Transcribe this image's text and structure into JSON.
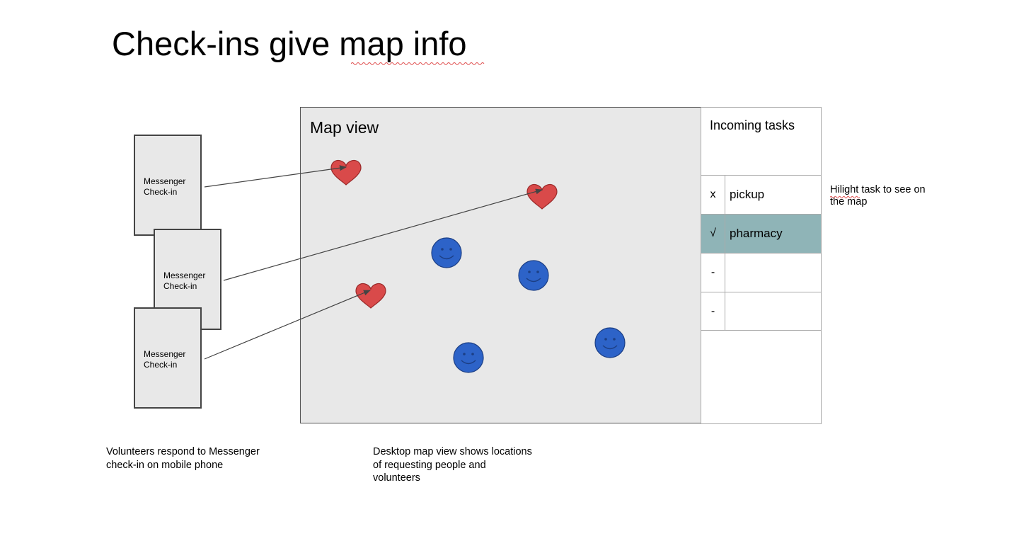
{
  "slide": {
    "title": "Check-ins give map info"
  },
  "phones": [
    {
      "label": "Messenger Check-in"
    },
    {
      "label": "Messenger Check-in"
    },
    {
      "label": "Messenger Check-in"
    }
  ],
  "map": {
    "title": "Map view",
    "background": "#e8e8e8",
    "heart_color": "#d94a4a",
    "smiley_color": "#2d63c8"
  },
  "tasks": {
    "title": "Incoming tasks",
    "rows": [
      {
        "mark": "x",
        "name": "pickup"
      },
      {
        "mark": "√",
        "name": "pharmacy"
      },
      {
        "mark": "-",
        "name": ""
      },
      {
        "mark": "-",
        "name": ""
      }
    ],
    "highlight_color": "#8fb4b7"
  },
  "notes": {
    "hilight": "Hilight task to see on the map"
  },
  "captions": {
    "phones": "Volunteers respond to Messenger check-in on mobile phone",
    "map": "Desktop map view shows locations of requesting people and volunteers"
  }
}
